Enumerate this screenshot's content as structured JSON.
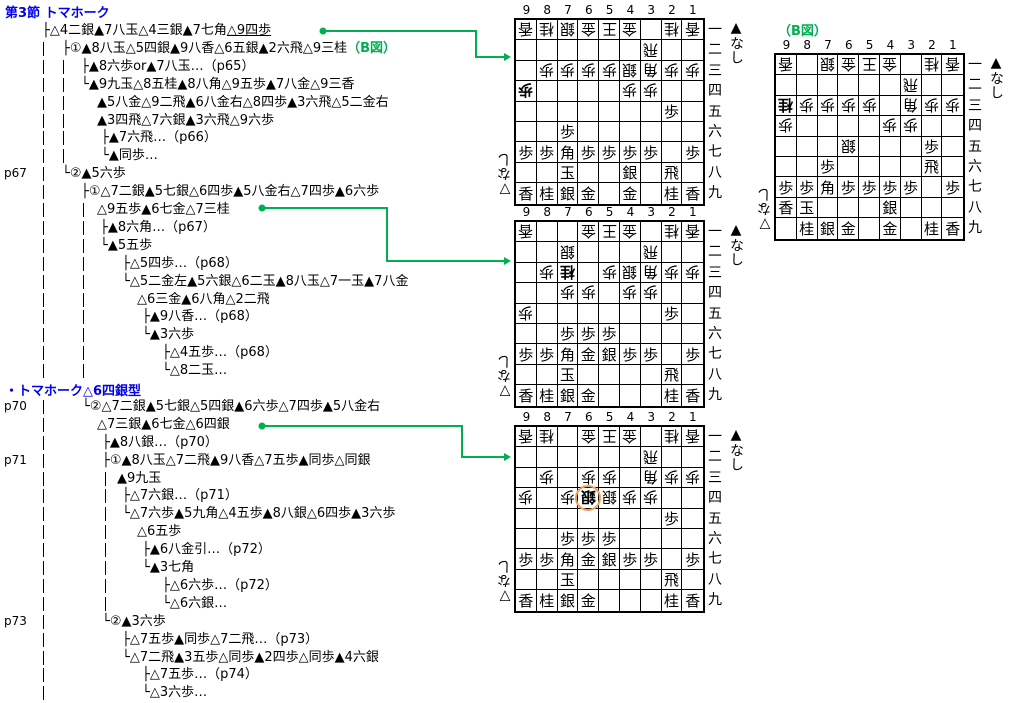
{
  "section_title": "第3節 トマホーク",
  "subsection_title": "・トマホーク△6四銀型",
  "page_refs": {
    "p67": "p67",
    "p70": "p70",
    "p71": "p71",
    "p73": "p73"
  },
  "lines": [
    "├△4二銀▲7八玉△4三銀▲7七角",
    "├①▲8八玉△5四銀▲9八香△6五銀▲2六飛△9三桂",
    "├▲8六歩or▲7八玉…（p65）",
    "└▲9九玉△8五桂▲8八角△9五歩▲7八金△9三香",
    "▲5八金△9二飛▲6八金右△8四歩▲3六飛△5二金右",
    "▲3四飛△7六銀▲3六飛△9六歩",
    "├▲7六飛…（p66）",
    "└▲同歩…",
    "└②▲5六歩",
    "├①△7二銀▲5七銀△6四歩▲5八金右△7四歩▲6六歩",
    "△9五歩▲6七金△7三桂",
    "├▲8六角…（p67）",
    "└▲5五歩",
    "├△5四歩…（p68）",
    "└△5二金左▲5六銀△6二玉▲8八玉△7一玉▲7八金",
    "△6三金▲6八角△2二飛",
    "├▲9八香…（p68）",
    "└▲3六歩",
    "├△4五歩…（p68）",
    "└△8二玉…",
    "",
    "└②△7二銀▲5七銀△5四銀▲6六歩△7四歩▲5八金右",
    "△7三銀▲6七金△6四銀",
    "├▲8八銀…（p70）",
    "├①▲8八玉△7二飛▲9八香△7五歩▲同歩△同銀",
    "▲9九玉",
    "├△7六銀…（p71）",
    "└△7六歩▲5九角△4五歩▲8八銀△6四歩▲3六歩",
    "△6五歩",
    "├▲6八金引…（p72）",
    "└▲3七角",
    "├△6六歩…（p72）",
    "└△6六銀…",
    "└②▲3六歩",
    "├△7五歩▲同歩△7二飛…（p73）",
    "└△7二飛▲3五歩△同歩▲2四歩△同歩▲4六銀",
    "├△7五歩…（p74）",
    "└△3六歩…"
  ],
  "line1_underlined": "△9四歩",
  "line2_diagram_ref": "（B図）",
  "board_b_title": "（B図）",
  "col_labels": [
    "9",
    "8",
    "7",
    "6",
    "5",
    "4",
    "3",
    "2",
    "1"
  ],
  "row_labels": [
    "一",
    "二",
    "三",
    "四",
    "五",
    "六",
    "七",
    "八",
    "九"
  ],
  "sente_hand": "▲なし",
  "gote_hand": "▽なし",
  "colors": {
    "connector": "#00b050",
    "heading": "#0000ee",
    "highlight_circle": "#f0a060"
  },
  "boards": [
    {
      "pieces": [
        [
          "香",
          "桂",
          "銀",
          "金",
          "王",
          "金",
          "",
          "桂",
          "香"
        ],
        [
          "",
          "",
          "",
          "",
          "",
          "",
          "飛",
          "",
          ""
        ],
        [
          "",
          "歩",
          "歩",
          "歩",
          "歩",
          "銀",
          "角",
          "歩",
          "歩"
        ],
        [
          "歩",
          "",
          "",
          "",
          "",
          "歩",
          "歩",
          "",
          ""
        ],
        [
          "",
          "",
          "",
          "",
          "",
          "",
          "",
          "歩",
          ""
        ],
        [
          "",
          "",
          "歩",
          "",
          "",
          "",
          "",
          "",
          ""
        ],
        [
          "歩",
          "歩",
          "角",
          "歩",
          "歩",
          "歩",
          "歩",
          "",
          "歩"
        ],
        [
          "",
          "",
          "玉",
          "",
          "",
          "銀",
          "",
          "飛",
          ""
        ],
        [
          "香",
          "桂",
          "銀",
          "金",
          "",
          "金",
          "",
          "桂",
          "香"
        ]
      ],
      "gote": [
        "111111011",
        "000000100",
        "011111111",
        "100001100",
        "000000000",
        "000000000",
        "000000000",
        "000000000",
        "000000000"
      ],
      "last_move": [
        3,
        0
      ]
    },
    {
      "pieces": [
        [
          "香",
          "",
          "",
          "金",
          "王",
          "金",
          "",
          "桂",
          "香"
        ],
        [
          "",
          "",
          "銀",
          "",
          "",
          "",
          "飛",
          "",
          ""
        ],
        [
          "",
          "歩",
          "桂",
          "",
          "歩",
          "銀",
          "角",
          "歩",
          "歩"
        ],
        [
          "",
          "",
          "歩",
          "歩",
          "",
          "歩",
          "歩",
          "",
          ""
        ],
        [
          "歩",
          "",
          "",
          "",
          "",
          "",
          "",
          "歩",
          ""
        ],
        [
          "",
          "",
          "歩",
          "歩",
          "歩",
          "",
          "",
          "",
          ""
        ],
        [
          "歩",
          "歩",
          "角",
          "金",
          "銀",
          "歩",
          "歩",
          "",
          "歩"
        ],
        [
          "",
          "",
          "玉",
          "",
          "",
          "",
          "",
          "飛",
          ""
        ],
        [
          "香",
          "桂",
          "銀",
          "金",
          "",
          "",
          "",
          "桂",
          "香"
        ]
      ],
      "gote": [
        "100111011",
        "001000100",
        "011011111",
        "001101100",
        "100000000",
        "000000000",
        "000000000",
        "000000000",
        "000000000"
      ],
      "last_move": [
        2,
        2
      ]
    },
    {
      "pieces": [
        [
          "香",
          "桂",
          "",
          "金",
          "王",
          "金",
          "",
          "桂",
          "香"
        ],
        [
          "",
          "",
          "",
          "",
          "",
          "",
          "飛",
          "",
          ""
        ],
        [
          "",
          "歩",
          "",
          "歩",
          "歩",
          "",
          "角",
          "歩",
          "歩"
        ],
        [
          "歩",
          "",
          "歩",
          "銀",
          "銀",
          "歩",
          "歩",
          "",
          ""
        ],
        [
          "",
          "",
          "",
          "",
          "",
          "",
          "",
          "歩",
          ""
        ],
        [
          "",
          "",
          "歩",
          "歩",
          "歩",
          "",
          "",
          "",
          ""
        ],
        [
          "歩",
          "歩",
          "角",
          "金",
          "銀",
          "歩",
          "歩",
          "",
          "歩"
        ],
        [
          "",
          "",
          "玉",
          "",
          "",
          "",
          "",
          "飛",
          ""
        ],
        [
          "香",
          "桂",
          "銀",
          "金",
          "",
          "",
          "",
          "桂",
          "香"
        ]
      ],
      "gote": [
        "110111011",
        "000000100",
        "010110111",
        "101111100",
        "000000000",
        "000000000",
        "000000000",
        "000000000",
        "000000000"
      ],
      "last_move": [
        3,
        3
      ]
    },
    {
      "pieces": [
        [
          "香",
          "",
          "銀",
          "金",
          "王",
          "金",
          "",
          "桂",
          "香"
        ],
        [
          "",
          "",
          "",
          "",
          "",
          "",
          "飛",
          "",
          ""
        ],
        [
          "桂",
          "歩",
          "歩",
          "歩",
          "歩",
          "",
          "角",
          "歩",
          "歩"
        ],
        [
          "歩",
          "",
          "",
          "",
          "",
          "歩",
          "歩",
          "",
          ""
        ],
        [
          "",
          "",
          "",
          "銀",
          "",
          "",
          "",
          "歩",
          ""
        ],
        [
          "",
          "",
          "歩",
          "",
          "",
          "",
          "",
          "飛",
          ""
        ],
        [
          "歩",
          "歩",
          "角",
          "歩",
          "歩",
          "歩",
          "歩",
          "",
          "歩"
        ],
        [
          "香",
          "玉",
          "",
          "",
          "",
          "銀",
          "",
          "",
          ""
        ],
        [
          "",
          "桂",
          "銀",
          "金",
          "",
          "金",
          "",
          "桂",
          "香"
        ]
      ],
      "gote": [
        "101111011",
        "000000100",
        "111110111",
        "100001100",
        "000100000",
        "000000000",
        "000000000",
        "000000000",
        "000000000"
      ],
      "last_move": [
        2,
        0
      ]
    }
  ]
}
